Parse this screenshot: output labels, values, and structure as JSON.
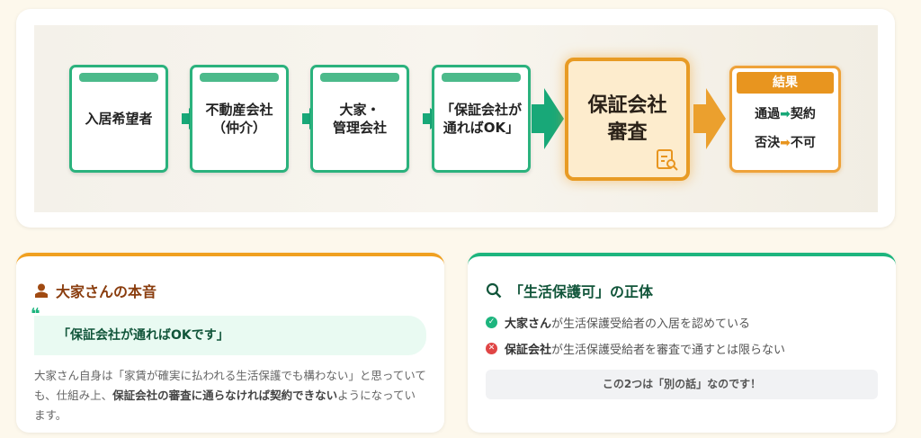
{
  "flow": {
    "steps": [
      "入居希望者",
      "不動産会社\n（仲介）",
      "大家・\n管理会社",
      "「保証会社が\n通ればOK」"
    ],
    "review": "保証会社\n審査",
    "result": {
      "title": "結果",
      "pass_from": "通過",
      "pass_to": "契約",
      "fail_from": "否決",
      "fail_to": "不可"
    }
  },
  "landlord": {
    "title": "大家さんの本音",
    "quote": "「保証会社が通ればOKです」",
    "body_1": "大家さん自身は「家賃が確実に払われる生活保護でも構わない」と思っていても、仕組み上、",
    "body_bold": "保証会社の審査に通らなければ契約できない",
    "body_2": "ようになっています。"
  },
  "truth": {
    "title": "「生活保護可」の正体",
    "items": [
      {
        "bold": "大家さん",
        "text": "が生活保護受給者の入居を認めている",
        "status": "ok"
      },
      {
        "bold": "保証会社",
        "text": "が生活保護受給者を審査で通すとは限らない",
        "status": "ng"
      }
    ],
    "note": "この2つは「別の話」なのです！"
  },
  "colors": {
    "green": "#1db57e",
    "orange": "#f0a020",
    "red": "#e04545"
  }
}
